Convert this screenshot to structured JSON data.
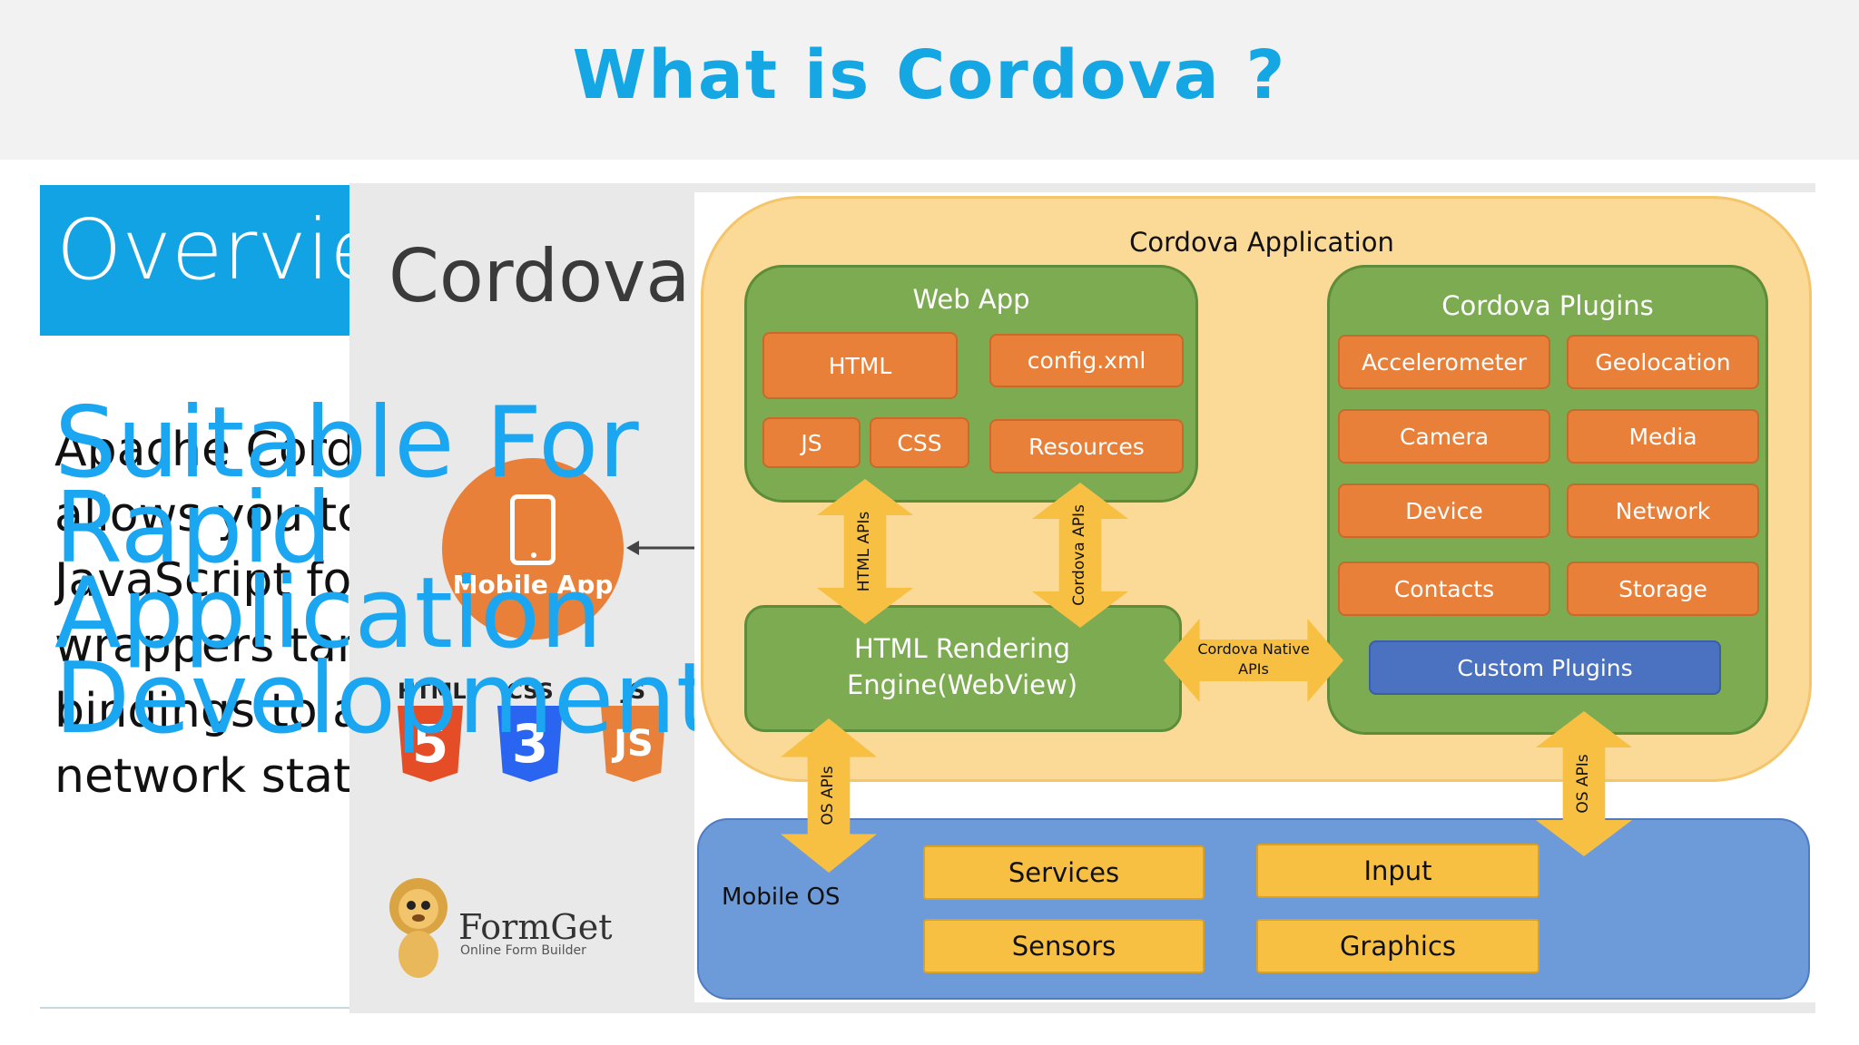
{
  "slide": {
    "title": "What is Cordova ?",
    "overview_label": "Overview",
    "body_text": [
      "Apache Cord",
      "allows you to",
      "JavaScript fo",
      "wrappers tar",
      "bindings to a",
      "network stat"
    ],
    "overlay_text": "Suitable For Rapid Application Development"
  },
  "left_image": {
    "heading": "Cordova A",
    "mobile_app_label": "Mobile App",
    "badges": [
      {
        "label": "HTML",
        "glyph": "5",
        "color": "#e44d26"
      },
      {
        "label": "CSS",
        "glyph": "3",
        "color": "#2965f1"
      },
      {
        "label": "JS",
        "glyph": "JS",
        "color": "#e8803a"
      }
    ],
    "logo_brand": "FormGet",
    "logo_tagline": "Online Form Builder",
    "logo_icon": "lion-mascot-icon"
  },
  "diagram": {
    "app_title": "Cordova Application",
    "web_app": {
      "title": "Web App",
      "items": [
        "HTML",
        "config.xml",
        "JS",
        "CSS",
        "Resources"
      ]
    },
    "plugins": {
      "title": "Cordova Plugins",
      "items": [
        "Accelerometer",
        "Geolocation",
        "Camera",
        "Media",
        "Device",
        "Network",
        "Contacts",
        "Storage"
      ],
      "custom": "Custom Plugins"
    },
    "engine": "HTML Rendering Engine(WebView)",
    "arrows": {
      "html_apis": "HTML APIs",
      "cordova_apis": "Cordova APIs",
      "native_apis": "Cordova Native APIs",
      "os_apis_left": "OS APIs",
      "os_apis_right": "OS APIs"
    },
    "os": {
      "title": "Mobile OS",
      "items": [
        "Services",
        "Input",
        "Sensors",
        "Graphics"
      ]
    }
  },
  "colors": {
    "title_blue": "#15a6e4",
    "orange": "#e8803a",
    "green": "#7cab52",
    "yellow": "#f7c043",
    "os_blue": "#6d9ad8",
    "custom_plugins_blue": "#4a72c0"
  }
}
